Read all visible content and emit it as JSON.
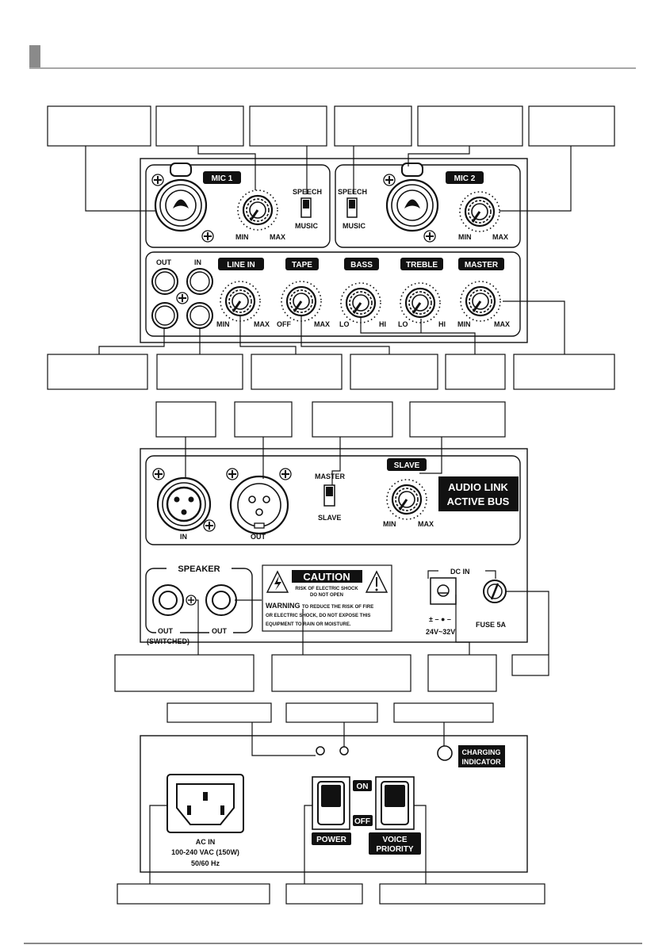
{
  "panel1": {
    "mic1_label": "MIC 1",
    "mic2_label": "MIC 2",
    "speech": "SPEECH",
    "music": "MUSIC",
    "min": "MIN",
    "max": "MAX",
    "out": "OUT",
    "in": "IN",
    "line_in": "LINE IN",
    "tape": "TAPE",
    "bass": "BASS",
    "treble": "TREBLE",
    "master": "MASTER",
    "off": "OFF",
    "lo": "LO",
    "hi": "HI"
  },
  "panel2": {
    "in": "IN",
    "out": "OUT",
    "master": "MASTER",
    "slave": "SLAVE",
    "slave_tag": "SLAVE",
    "min": "MIN",
    "max": "MAX",
    "audio_link": "AUDIO LINK",
    "active_bus": "ACTIVE BUS",
    "speaker": "SPEAKER",
    "out_switched": "OUT",
    "switched": "(SWITCHED)",
    "out2": "OUT",
    "caution": "CAUTION",
    "risk1": "RISK OF ELECTRIC SHOCK",
    "risk2": "DO NOT OPEN",
    "warning": "WARNING",
    "warn1": "TO REDUCE THE RISK OF FIRE",
    "warn2": "OR ELECTRIC SHOCK, DO NOT EXPOSE THIS",
    "warn3": "EQUIPMENT TO RAIN OR MOISTURE.",
    "dc_in": "DC IN",
    "voltage": "24V~32V",
    "fuse": "FUSE 5A",
    "polarity": "± – ● –"
  },
  "panel3": {
    "charging1": "CHARGING",
    "charging2": "INDICATOR",
    "ac_in": "AC IN",
    "ac_spec": "100-240 VAC (150W)",
    "ac_freq": "50/60 Hz",
    "on": "ON",
    "off": "OFF",
    "power": "POWER",
    "voice": "VOICE",
    "priority": "PRIORITY"
  }
}
